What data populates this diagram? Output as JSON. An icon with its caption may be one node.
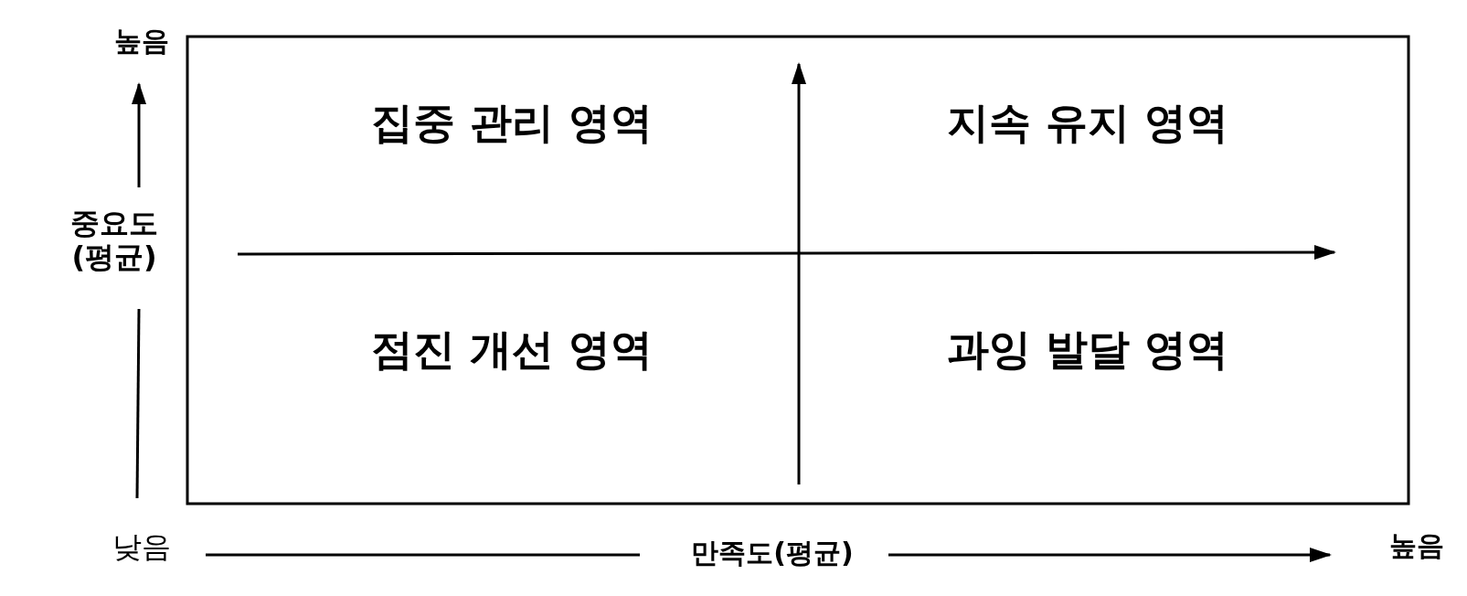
{
  "diagram": {
    "labels": [
      "높음",
      "중요도 (평균)",
      "집중 관리 영역",
      "지속 유지 영역",
      "점진 개선 영역",
      "과잉 발달 영역",
      "낮음",
      "만족도(평균)",
      "높음"
    ]
  }
}
